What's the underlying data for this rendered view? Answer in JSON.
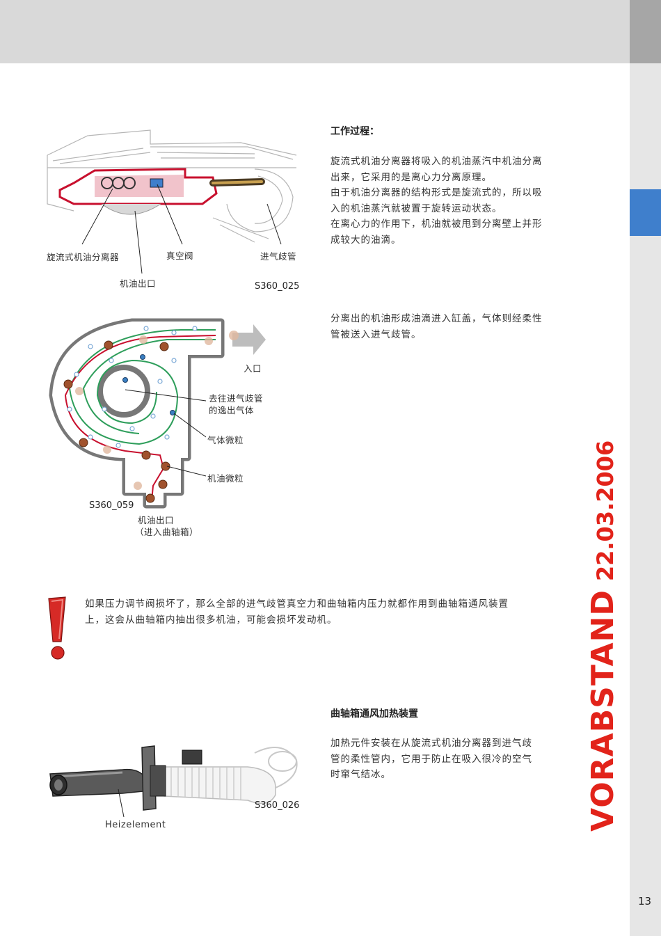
{
  "watermark": {
    "main": "VORABSTAND",
    "date": "22.03.2006"
  },
  "page_number": "13",
  "section1": {
    "heading": "工作过程：",
    "paragraph_lines": [
      "旋流式机油分离器将吸入的机油蒸汽中机油分离",
      "出来，它采用的是离心力分离原理。",
      "由于机油分离器的结构形式是旋流式的，所以吸",
      "入的机油蒸汽就被置于旋转运动状态。",
      "在离心力的作用下，机油就被甩到分离壁上并形",
      "成较大的油滴。"
    ]
  },
  "figure1": {
    "labels": {
      "separator": "旋流式机油分离器",
      "vacuum_valve": "真空阀",
      "intake_manifold": "进气歧管",
      "oil_outlet": "机油出口"
    },
    "figure_id": "S360_025"
  },
  "section2": {
    "paragraph_lines": [
      "分离出的机油形成油滴进入缸盖，气体则经柔性",
      "管被送入进气歧管。"
    ]
  },
  "figure2": {
    "labels": {
      "inlet": "入口",
      "gas_to_manifold_line1": "去往进气歧管",
      "gas_to_manifold_line2": "的逸出气体",
      "gas_particles": "气体微粒",
      "oil_particles": "机油微粒",
      "oil_outlet_line1": "机油出口",
      "oil_outlet_line2": "（进入曲轴箱）"
    },
    "figure_id": "S360_059"
  },
  "warning": {
    "lines": [
      "如果压力调节阀损坏了，那么全部的进气歧管真空力和曲轴箱内压力就都作用到曲轴箱通风装置",
      "上，这会从曲轴箱内抽出很多机油，可能会损坏发动机。"
    ]
  },
  "section3": {
    "heading": "曲轴箱通风加热装置",
    "paragraph_lines": [
      "加热元件安装在从旋流式机油分离器到进气歧",
      "管的柔性管内，它用于防止在吸入很冷的空气",
      "时窜气结冰。"
    ]
  },
  "figure3": {
    "labels": {
      "heater": "Heizelement"
    },
    "figure_id": "S360_026"
  },
  "colors": {
    "accent_blue": "#3f7fcc",
    "watermark_red": "#e2231a",
    "housing_red": "#c8102e",
    "oil_brown": "#a0522d",
    "gas_green": "#2e9e5b"
  }
}
